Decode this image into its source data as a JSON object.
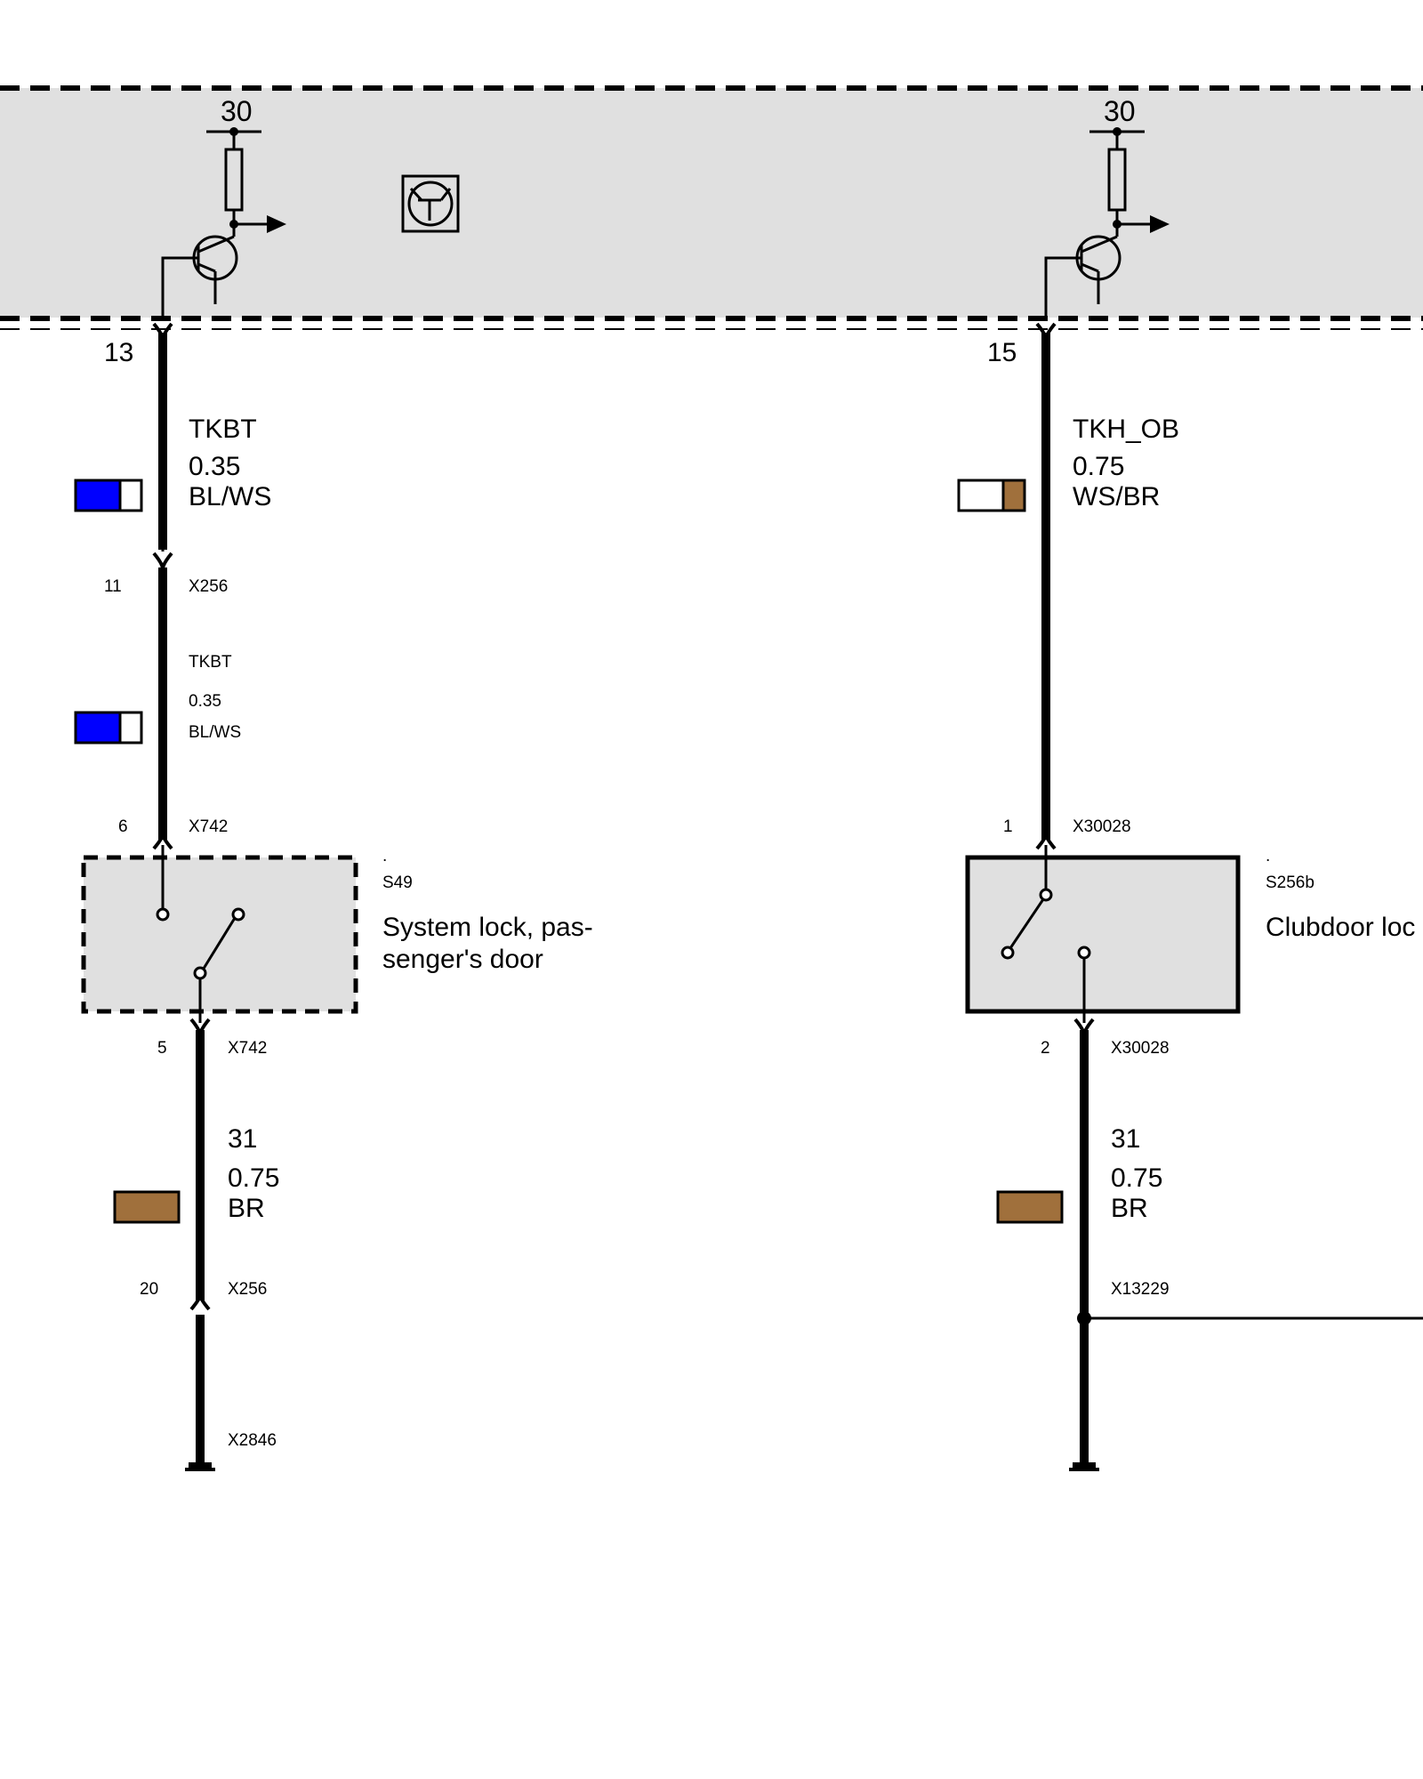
{
  "colors": {
    "module_fill": "#e0e0e0",
    "switch_fill": "#e0e0e0",
    "wire": "#000000",
    "blue": "#0000ff",
    "white": "#ffffff",
    "brown": "#a0703c"
  },
  "module": {
    "icon": "transistor-symbol-icon",
    "left_terminal_label": "30",
    "right_terminal_label": "30",
    "left_pin": "13",
    "right_pin": "15"
  },
  "left_circuit": {
    "wire1": {
      "signal": "TKBT",
      "gauge": "0.35",
      "color": "BL/WS"
    },
    "connector1": {
      "pin": "11",
      "name": "X256"
    },
    "wire2": {
      "signal": "TKBT",
      "gauge": "0.35",
      "color": "BL/WS"
    },
    "connector2": {
      "pin": "6",
      "name": "X742"
    },
    "switch": {
      "dot": ".",
      "code": "S49",
      "name_line1": "System lock, pas-",
      "name_line2": "senger's door"
    },
    "connector3": {
      "pin": "5",
      "name": "X742"
    },
    "wire3": {
      "signal": "31",
      "gauge": "0.75",
      "color": "BR"
    },
    "connector4": {
      "pin": "20",
      "name": "X256"
    },
    "ground": {
      "name": "X2846"
    }
  },
  "right_circuit": {
    "wire1": {
      "signal": "TKH_OB",
      "gauge": "0.75",
      "color": "WS/BR"
    },
    "connector1": {
      "pin": "1",
      "name": "X30028"
    },
    "switch": {
      "dot": ".",
      "code": "S256b",
      "name_line1": "Clubdoor loc"
    },
    "connector2": {
      "pin": "2",
      "name": "X30028"
    },
    "wire2": {
      "signal": "31",
      "gauge": "0.75",
      "color": "BR"
    },
    "splice": {
      "name": "X13229"
    }
  }
}
